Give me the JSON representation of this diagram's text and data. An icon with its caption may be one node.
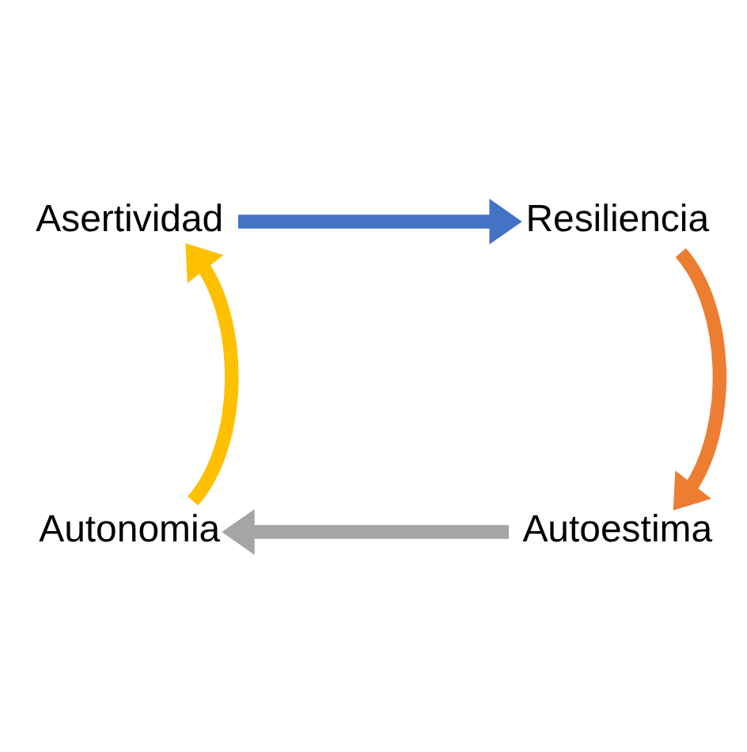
{
  "diagram": {
    "nodes": [
      {
        "text": [
          "Asertividad"
        ]
      },
      {
        "text": [
          "Resiliencia"
        ]
      },
      {
        "text": [
          "Autoestima"
        ]
      },
      {
        "text": [
          "Autonomia"
        ]
      }
    ],
    "edges": [
      {
        "from": 0,
        "to": 1,
        "arrow": "to",
        "color": "#4472c4"
      },
      {
        "from": 1,
        "to": 2,
        "arrow": "to",
        "color": "#ed7d31"
      },
      {
        "from": 2,
        "to": 3,
        "arrow": "to",
        "color": "#a5a5a5"
      },
      {
        "from": 3,
        "to": 0,
        "arrow": "to",
        "color": "#ffc000"
      }
    ]
  }
}
